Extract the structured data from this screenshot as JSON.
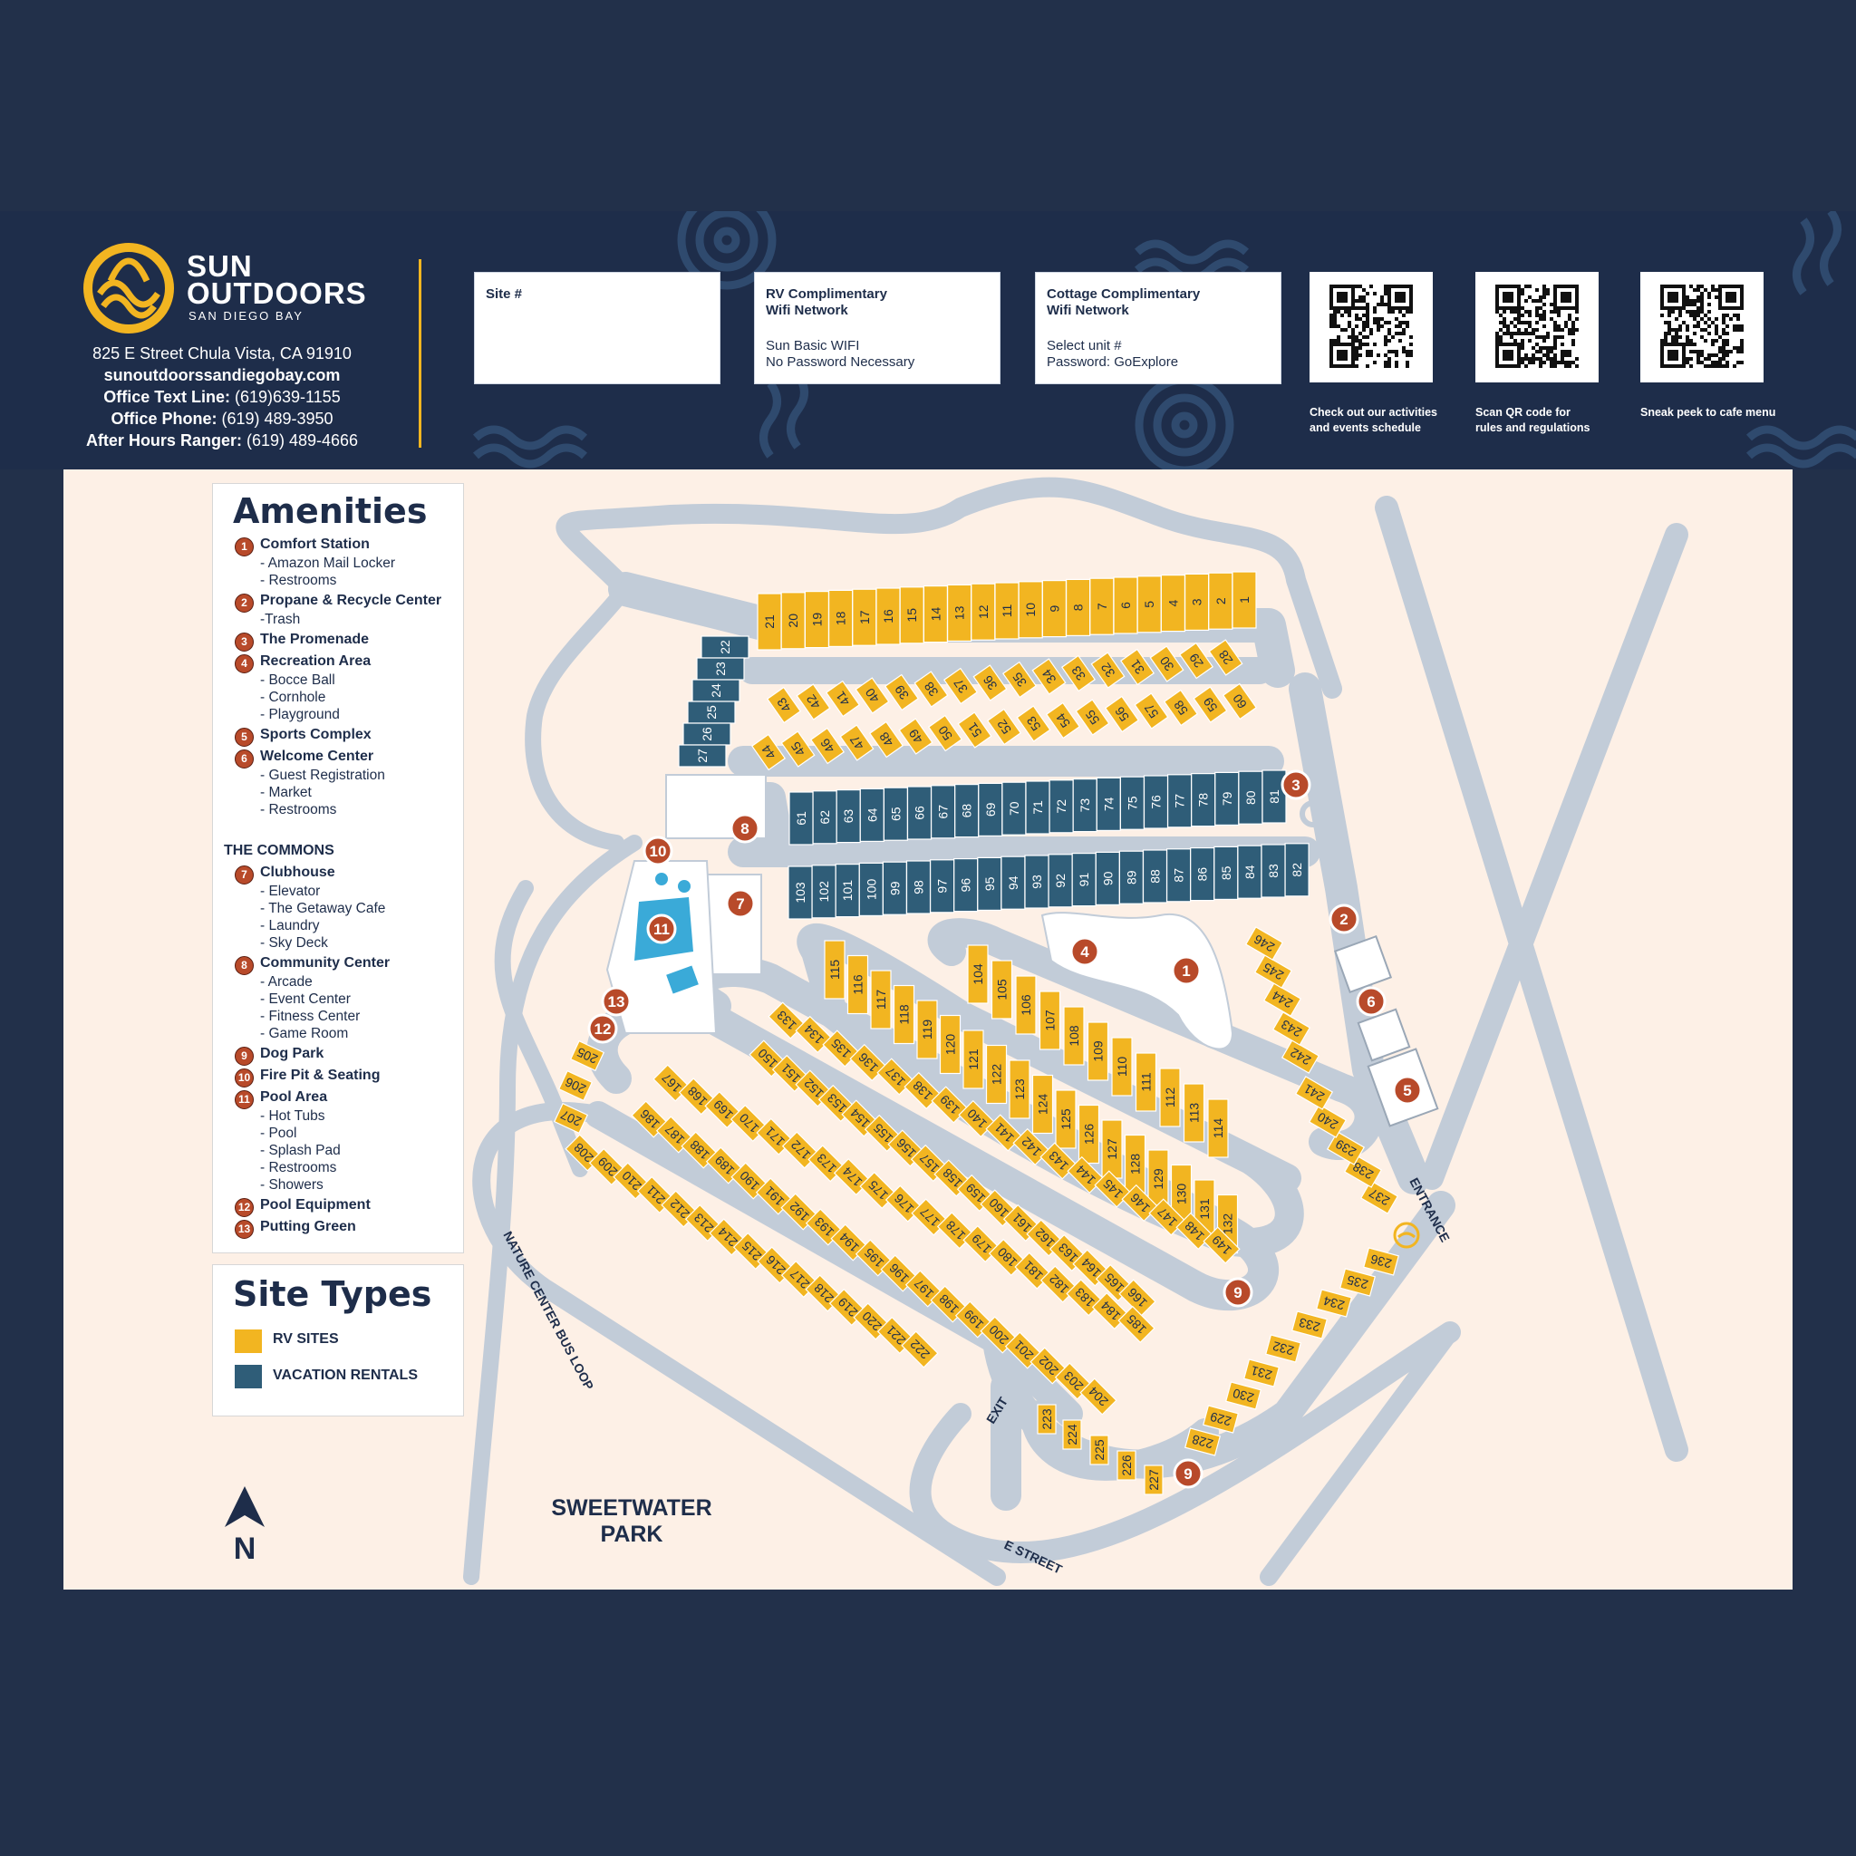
{
  "brand": {
    "name_line1": "SUN",
    "name_line2": "OUTDOORS",
    "sub": "SAN DIEGO BAY",
    "address": "825 E Street Chula Vista, CA 91910",
    "website": "sunoutdoorssandiegobay.com",
    "contacts": [
      {
        "label": "Office Text Line:",
        "value": " (619)639-1155"
      },
      {
        "label": "Office Phone:",
        "value": " (619) 489-3950"
      },
      {
        "label": "After Hours Ranger:",
        "value": " (619) 489-4666"
      }
    ]
  },
  "cards": {
    "site": {
      "title": "Site #"
    },
    "rv_wifi": {
      "title_l1": "RV Complimentary",
      "title_l2": "Wifi Network",
      "line1": "Sun Basic WIFI",
      "line2": "No Password Necessary"
    },
    "cottage_wifi": {
      "title_l1": "Cottage Complimentary",
      "title_l2": "Wifi Network",
      "line1": "Select unit #",
      "line2": "Password: GoExplore"
    }
  },
  "qr_codes": [
    {
      "caption_l1": "Check out our activities",
      "caption_l2": "and events schedule"
    },
    {
      "caption_l1": "Scan QR code for",
      "caption_l2": "rules and regulations"
    },
    {
      "caption_l1": "Sneak peek to cafe menu",
      "caption_l2": ""
    }
  ],
  "amenities": {
    "title": "Amenities",
    "items": [
      {
        "num": "1",
        "name": "Comfort Station",
        "subs": [
          "- Amazon Mail Locker",
          "- Restrooms"
        ]
      },
      {
        "num": "2",
        "name": "Propane & Recycle Center",
        "subs": [
          "-Trash"
        ]
      },
      {
        "num": "3",
        "name": "The Promenade",
        "subs": []
      },
      {
        "num": "4",
        "name": "Recreation Area",
        "subs": [
          "- Bocce Ball",
          "- Cornhole",
          "- Playground"
        ]
      },
      {
        "num": "5",
        "name": "Sports Complex",
        "subs": []
      },
      {
        "num": "6",
        "name": "Welcome Center",
        "subs": [
          "- Guest Registration",
          "- Market",
          "- Restrooms"
        ]
      }
    ],
    "commons_title": "THE COMMONS",
    "commons_items": [
      {
        "num": "7",
        "name": "Clubhouse",
        "subs": [
          "- Elevator",
          "- The Getaway Cafe",
          "- Laundry",
          "- Sky Deck"
        ]
      },
      {
        "num": "8",
        "name": "Community Center",
        "subs": [
          "- Arcade",
          "- Event Center",
          "- Fitness Center",
          "- Game Room"
        ]
      },
      {
        "num": "9",
        "name": "Dog Park",
        "subs": []
      },
      {
        "num": "10",
        "name": "Fire Pit & Seating",
        "subs": []
      },
      {
        "num": "11",
        "name": "Pool Area",
        "subs": [
          "- Hot Tubs",
          "- Pool",
          "- Splash Pad",
          "- Restrooms",
          "- Showers"
        ]
      },
      {
        "num": "12",
        "name": "Pool Equipment",
        "subs": []
      },
      {
        "num": "13",
        "name": "Putting Green",
        "subs": []
      }
    ]
  },
  "site_types": {
    "title": "Site Types",
    "items": [
      {
        "label": "RV SITES",
        "color": "#f2b521"
      },
      {
        "label": "VACATION RENTALS",
        "color": "#2f5d78"
      }
    ]
  },
  "map_labels": {
    "park": [
      "SWEETWATER",
      "PARK"
    ],
    "bus_loop": "NATURE CENTER BUS LOOP",
    "entrance": "ENTRANCE",
    "exit": "EXIT",
    "street": "E STREET",
    "north": "N"
  },
  "colors": {
    "rv": "#f2b521",
    "rental": "#2f5d78",
    "marker": "#b84a2a",
    "road": "#c9d3df",
    "navy": "#1e2d4a"
  }
}
